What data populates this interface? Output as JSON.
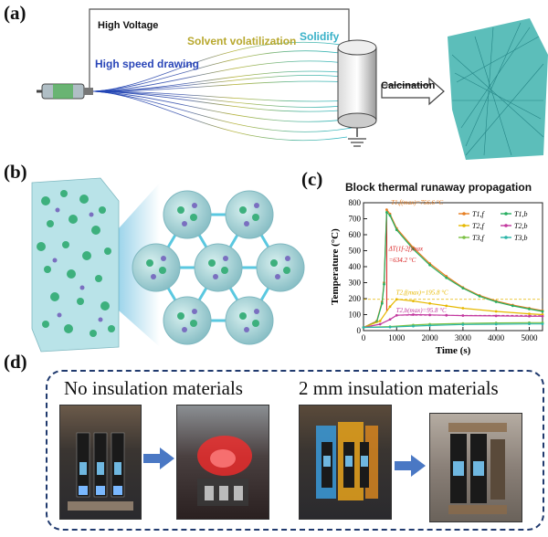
{
  "panels": {
    "a": {
      "label": "(a)",
      "high_voltage": "High Voltage",
      "solvent": "Solvent volatilization",
      "solidify": "Solidify",
      "drawing": "High speed drawing",
      "calcination": "Calcination"
    },
    "b": {
      "label": "(b)"
    },
    "c": {
      "label": "(c)"
    },
    "d": {
      "label": "(d)",
      "left_title": "No insulation materials",
      "right_title": "2 mm insulation materials"
    }
  },
  "chart_data": {
    "type": "line",
    "title": "Block thermal runaway propagation",
    "xlabel": "Time (s)",
    "ylabel": "Temperature (°C)",
    "xlim": [
      0,
      5400
    ],
    "ylim": [
      0,
      800
    ],
    "xticks": [
      "0",
      "1000",
      "2000",
      "3000",
      "4000",
      "5000"
    ],
    "yticks": [
      "0",
      "100",
      "200",
      "300",
      "400",
      "500",
      "600",
      "700",
      "800"
    ],
    "legend": [
      "T1,f",
      "T1,b",
      "T2,f",
      "T2,b",
      "T3,f",
      "T3,b"
    ],
    "series": [
      {
        "name": "T1,f",
        "color": "#e67e22",
        "x": [
          0,
          400,
          560,
          620,
          700,
          800,
          1000,
          1500,
          2000,
          2500,
          3000,
          3500,
          4000,
          4500,
          5000,
          5400
        ],
        "y": [
          20,
          60,
          180,
          300,
          756.6,
          730,
          640,
          520,
          420,
          340,
          270,
          220,
          185,
          160,
          140,
          125
        ]
      },
      {
        "name": "T1,b",
        "color": "#27ae60",
        "x": [
          0,
          400,
          560,
          620,
          700,
          800,
          1000,
          1500,
          2000,
          2500,
          3000,
          3500,
          4000,
          4500,
          5000,
          5400
        ],
        "y": [
          20,
          55,
          170,
          290,
          740,
          720,
          630,
          510,
          410,
          330,
          265,
          215,
          180,
          155,
          135,
          120
        ]
      },
      {
        "name": "T2,f",
        "color": "#e6b800",
        "x": [
          0,
          500,
          800,
          1000,
          1500,
          2000,
          2500,
          3000,
          4000,
          5000,
          5400
        ],
        "y": [
          20,
          60,
          150,
          195.8,
          185,
          170,
          155,
          140,
          120,
          105,
          100
        ]
      },
      {
        "name": "T2,b",
        "color": "#c2379e",
        "x": [
          0,
          500,
          800,
          1000,
          1500,
          2000,
          2500,
          3000,
          4000,
          5000,
          5400
        ],
        "y": [
          20,
          40,
          70,
          95.8,
          100,
          98,
          96,
          94,
          92,
          90,
          90
        ]
      },
      {
        "name": "T3,f",
        "color": "#7bc043",
        "x": [
          0,
          800,
          1500,
          2000,
          3000,
          4000,
          5000,
          5400
        ],
        "y": [
          20,
          25,
          35,
          40,
          45,
          48,
          50,
          50
        ]
      },
      {
        "name": "T3,b",
        "color": "#2bb5a8",
        "x": [
          0,
          800,
          1500,
          2000,
          3000,
          4000,
          5000,
          5400
        ],
        "y": [
          20,
          22,
          28,
          32,
          38,
          40,
          42,
          42
        ]
      }
    ],
    "annotations": {
      "peak": "T1,f(max)=756.6 °C",
      "delta_label": "ΔT(1f-2f)max",
      "delta_value": "=634.2 °C",
      "t2f": "T2,f(max)=195.8 °C",
      "t2b": "T2,b(max)=95.8 °C"
    }
  }
}
